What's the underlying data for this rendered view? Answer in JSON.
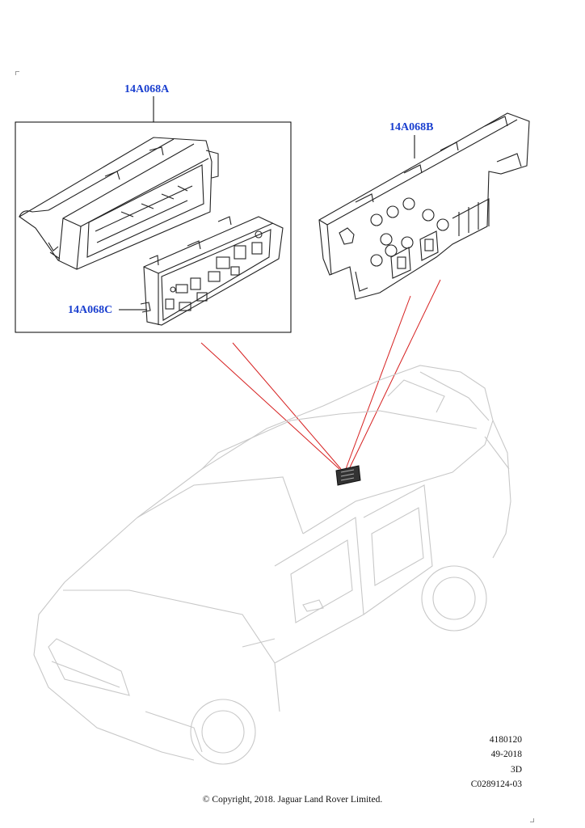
{
  "parts": {
    "a_label": "14A068A",
    "b_label": "14A068B",
    "c_label": "14A068C"
  },
  "footer": {
    "illustration_number": "4180120",
    "date_code": "49-2018",
    "view": "3D",
    "drawing_ref": "C0289124-03",
    "copyright": "© Copyright, 2018. Jaguar Land Rover Limited."
  },
  "colors": {
    "callout": "#1a3fcf",
    "leader_red": "#d62020",
    "line_art": "#222222",
    "vehicle_ghost": "#c8c8c8"
  }
}
